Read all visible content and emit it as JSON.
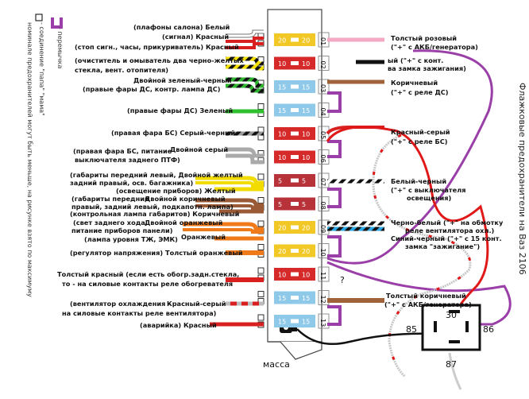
{
  "left_notes": {
    "note_jumper": "- перемычка",
    "note_plug": "- соединение \"папа\" \"мама\"",
    "note_ratings": "номинале предохранителей могут быть меньше, на рисунке взято по максимуму"
  },
  "title": "Флажковые предохранители на Ваз 2106",
  "ground_label": "масса",
  "fuses": [
    {
      "num": "01",
      "rating": "20",
      "color": "#f2c826"
    },
    {
      "num": "02",
      "rating": "10",
      "color": "#d62a2a"
    },
    {
      "num": "03",
      "rating": "15",
      "color": "#8fc9ea"
    },
    {
      "num": "04",
      "rating": "15",
      "color": "#8fc9ea"
    },
    {
      "num": "05",
      "rating": "10",
      "color": "#d62a2a"
    },
    {
      "num": "06",
      "rating": "10",
      "color": "#d62a2a"
    },
    {
      "num": "07",
      "rating": "5",
      "color": "#b8323a"
    },
    {
      "num": "08",
      "rating": "5",
      "color": "#b8323a"
    },
    {
      "num": "09",
      "rating": "20",
      "color": "#f2c826"
    },
    {
      "num": "10",
      "rating": "20",
      "color": "#f2c826"
    },
    {
      "num": "11",
      "rating": "10",
      "color": "#d62a2a"
    },
    {
      "num": "12",
      "rating": "15",
      "color": "#8fc9ea"
    },
    {
      "num": "13",
      "rating": "15",
      "color": "#8fc9ea"
    }
  ],
  "left_labels": {
    "l01a": "(плафоны салона) Белый",
    "l01b": "(сигнал) Красный",
    "l01c": "(стоп сигн., часы, прикуриватель) Красный",
    "l02a": "(очиститель и омыватель два черно-желтых",
    "l02b": "стекла, вент. отопителя)",
    "l03a": "Двойной зеленый-черный",
    "l03b": "(правые фары ДС, контр. лампа ДС)",
    "l04": "(правые фары ДС) Зеленый",
    "l05": "(правая фара БС) Серый-черный",
    "l06a": "(правая фара БС, питание",
    "l06b": "Двойной серый",
    "l06c": "выключателя заднего ПТФ)",
    "l07a": "(габариты передний левый, Двойной желтый",
    "l07b": "задний правый, осв. багажника)",
    "l07c": "(освещение приборов) Желтый",
    "l08a": "(габариты передний",
    "l08b": "Двойной коричневый",
    "l08c": "правый, задний левый, подкапотн. лампа)",
    "l08d": "(контрольная лампа габаритов) Коричневый",
    "l09a": "(свет заднего хода,",
    "l09b": "Двойной оранжевый",
    "l09c": "питание приборов панели)",
    "l09d": "(лампа уровня ТЖ, ЭМК)",
    "l09e": "Оранжевый",
    "l10": "(регулятор напряжения) Толстый оранжевый",
    "l11a": "Толстый красный (если есть обогр.задн.стекла,",
    "l11b": "то - на силовые контакты реле обогревателя",
    "l12a": "(вентилятор охлаждения -",
    "l12b": "Красный-серый",
    "l12c": "на силовые контакты реле вентилятора)",
    "l13": "(аварийка) Красный"
  },
  "right_labels": {
    "r01a": "Толстый розовый",
    "r01b": "(\"+\" с АКБ/генератора)",
    "r02a": "ый (\"+\" с конт.",
    "r02b": "ва замка зажигания)",
    "r03a": "Коричневый",
    "r03b": "(\"+\" с реле ДС)",
    "r05a": "Красный-серый",
    "r05b": "(\"+\" с реле БС)",
    "r07a": "Белый-черный",
    "r07b": "(\"+\" с выключателя",
    "r07c": "освещения)",
    "r09a": "Черно-белый (\"+\" на обмотку",
    "r09b": "реле вентилятора охл.)",
    "r09c": "Синий-черный (\"+\" с 15 конт.",
    "r09d": "замка \"зажигание\")",
    "r11": "?",
    "r12a": "Толстый коричневый",
    "r12b": "(\"+\" с АКБ/генератора)"
  },
  "relay": {
    "pin30": "30",
    "pin85": "85",
    "pin86": "86",
    "pin87": "87"
  }
}
